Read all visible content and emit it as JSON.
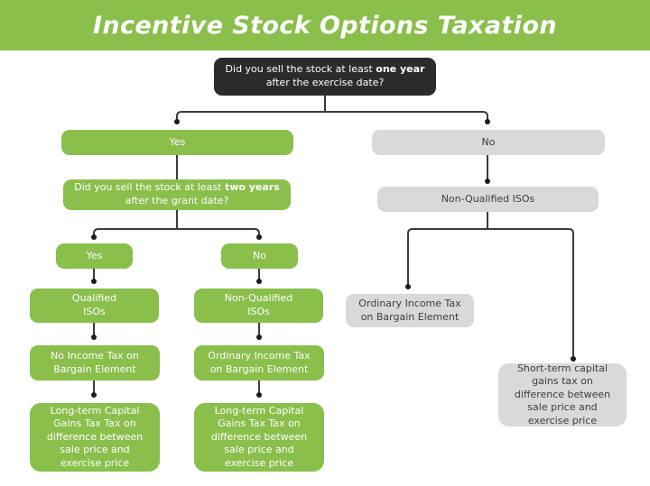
{
  "title": "Incentive Stock Options Taxation",
  "colors": {
    "green": "#8abf4b",
    "light_gray": "#d9d9d9",
    "dark_box": "#2b2b2b",
    "line": "#3b3b3b",
    "dot": "#1c1c1c",
    "dark_text": "#3d3d3d",
    "white": "#ffffff"
  },
  "nodes": {
    "root": {
      "pre": "Did you sell the stock at least ",
      "bold": "one year",
      "post": " after the exercise date?"
    },
    "branch_yes": {
      "label": "Yes"
    },
    "branch_no": {
      "label": "No"
    },
    "question2": {
      "pre": "Did you sell the stock at least ",
      "bold": "two years",
      "post": " after the grant date?"
    },
    "sub_yes": {
      "label": "Yes"
    },
    "sub_no": {
      "label": "No"
    },
    "qualified_isos": {
      "label": "Qualified\nISOs"
    },
    "non_qualified_isos_green": {
      "label": "Non-Qualified\nISOs"
    },
    "no_income_tax": {
      "label": "No Income Tax on\nBargain Element"
    },
    "ordinary_income_green": {
      "label": "Ordinary Income Tax\non Bargain Element"
    },
    "long_term_gains_left": {
      "label": "Long-term Capital\nGains Tax Tax on\ndifference between\nsale price and\nexercise price"
    },
    "long_term_gains_mid": {
      "label": "Long-term Capital\nGains Tax Tax on\ndifference between\nsale price and\nexercise price"
    },
    "non_qualified_isos_gray": {
      "label": "Non-Qualified ISOs"
    },
    "ordinary_income_gray": {
      "label": "Ordinary Income Tax\non Bargain Element"
    },
    "short_term_gains": {
      "label": "Short-term capital\ngains tax on\ndifference between\nsale price and\nexercise price"
    }
  }
}
